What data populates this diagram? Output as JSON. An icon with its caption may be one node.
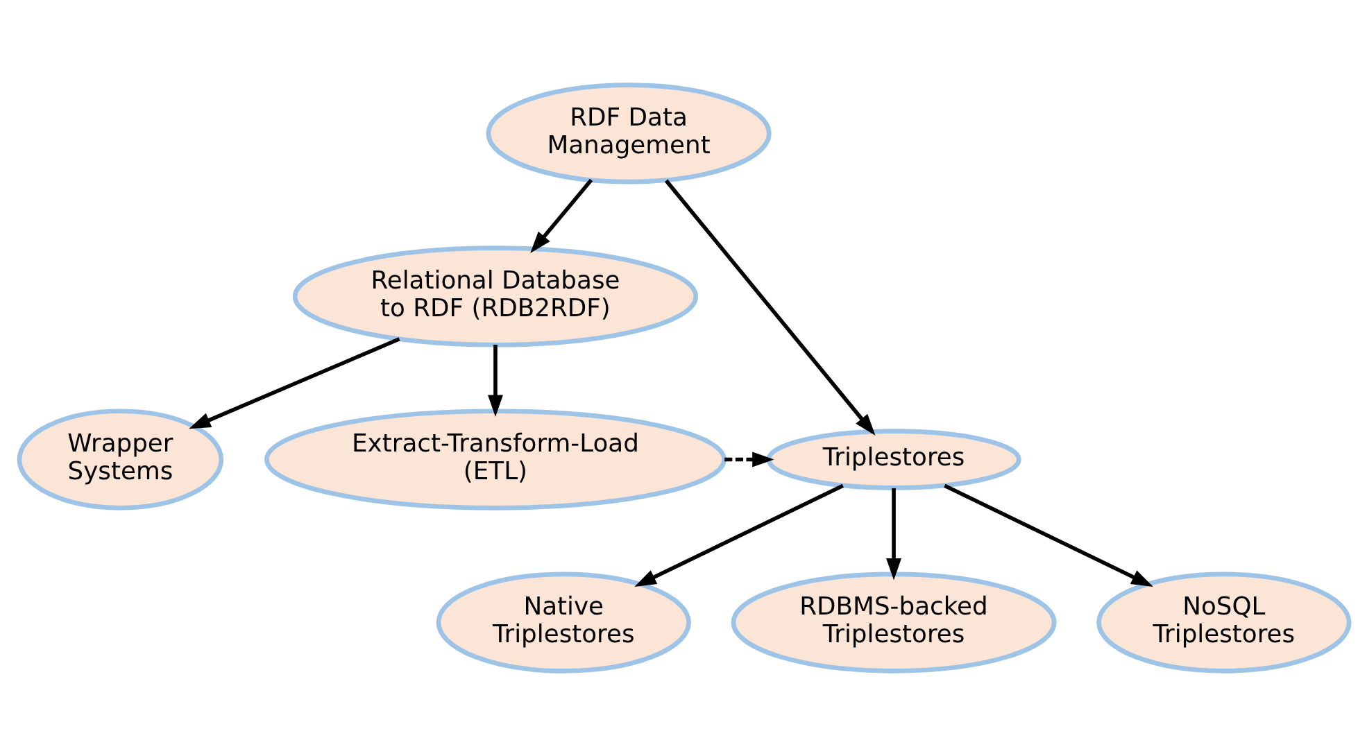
{
  "diagram": {
    "nodes": [
      {
        "text": [
          "RDF Data Management"
        ]
      },
      {
        "text": [
          "Relational Database to RDF (RDB2RDF)"
        ]
      },
      {
        "text": [
          "Wrapper Systems"
        ]
      },
      {
        "text": [
          "Extract-Transform-Load (ETL)"
        ]
      },
      {
        "text": [
          "Triplestores"
        ]
      },
      {
        "text": [
          "Native Triplestores"
        ]
      },
      {
        "text": [
          "RDBMS-backed Triplestores"
        ]
      },
      {
        "text": [
          "NoSQL Triplestores"
        ]
      }
    ],
    "edges": [
      {
        "from": 0,
        "to": 1,
        "arrow": "to"
      },
      {
        "from": 0,
        "to": 4,
        "arrow": "to"
      },
      {
        "from": 1,
        "to": 2,
        "arrow": "to"
      },
      {
        "from": 1,
        "to": 3,
        "arrow": "to"
      },
      {
        "from": 3,
        "to": 4,
        "arrow": "to",
        "style": "dashed"
      },
      {
        "from": 4,
        "to": 5,
        "arrow": "to"
      },
      {
        "from": 4,
        "to": 6,
        "arrow": "to"
      },
      {
        "from": 4,
        "to": 7,
        "arrow": "to"
      }
    ]
  }
}
